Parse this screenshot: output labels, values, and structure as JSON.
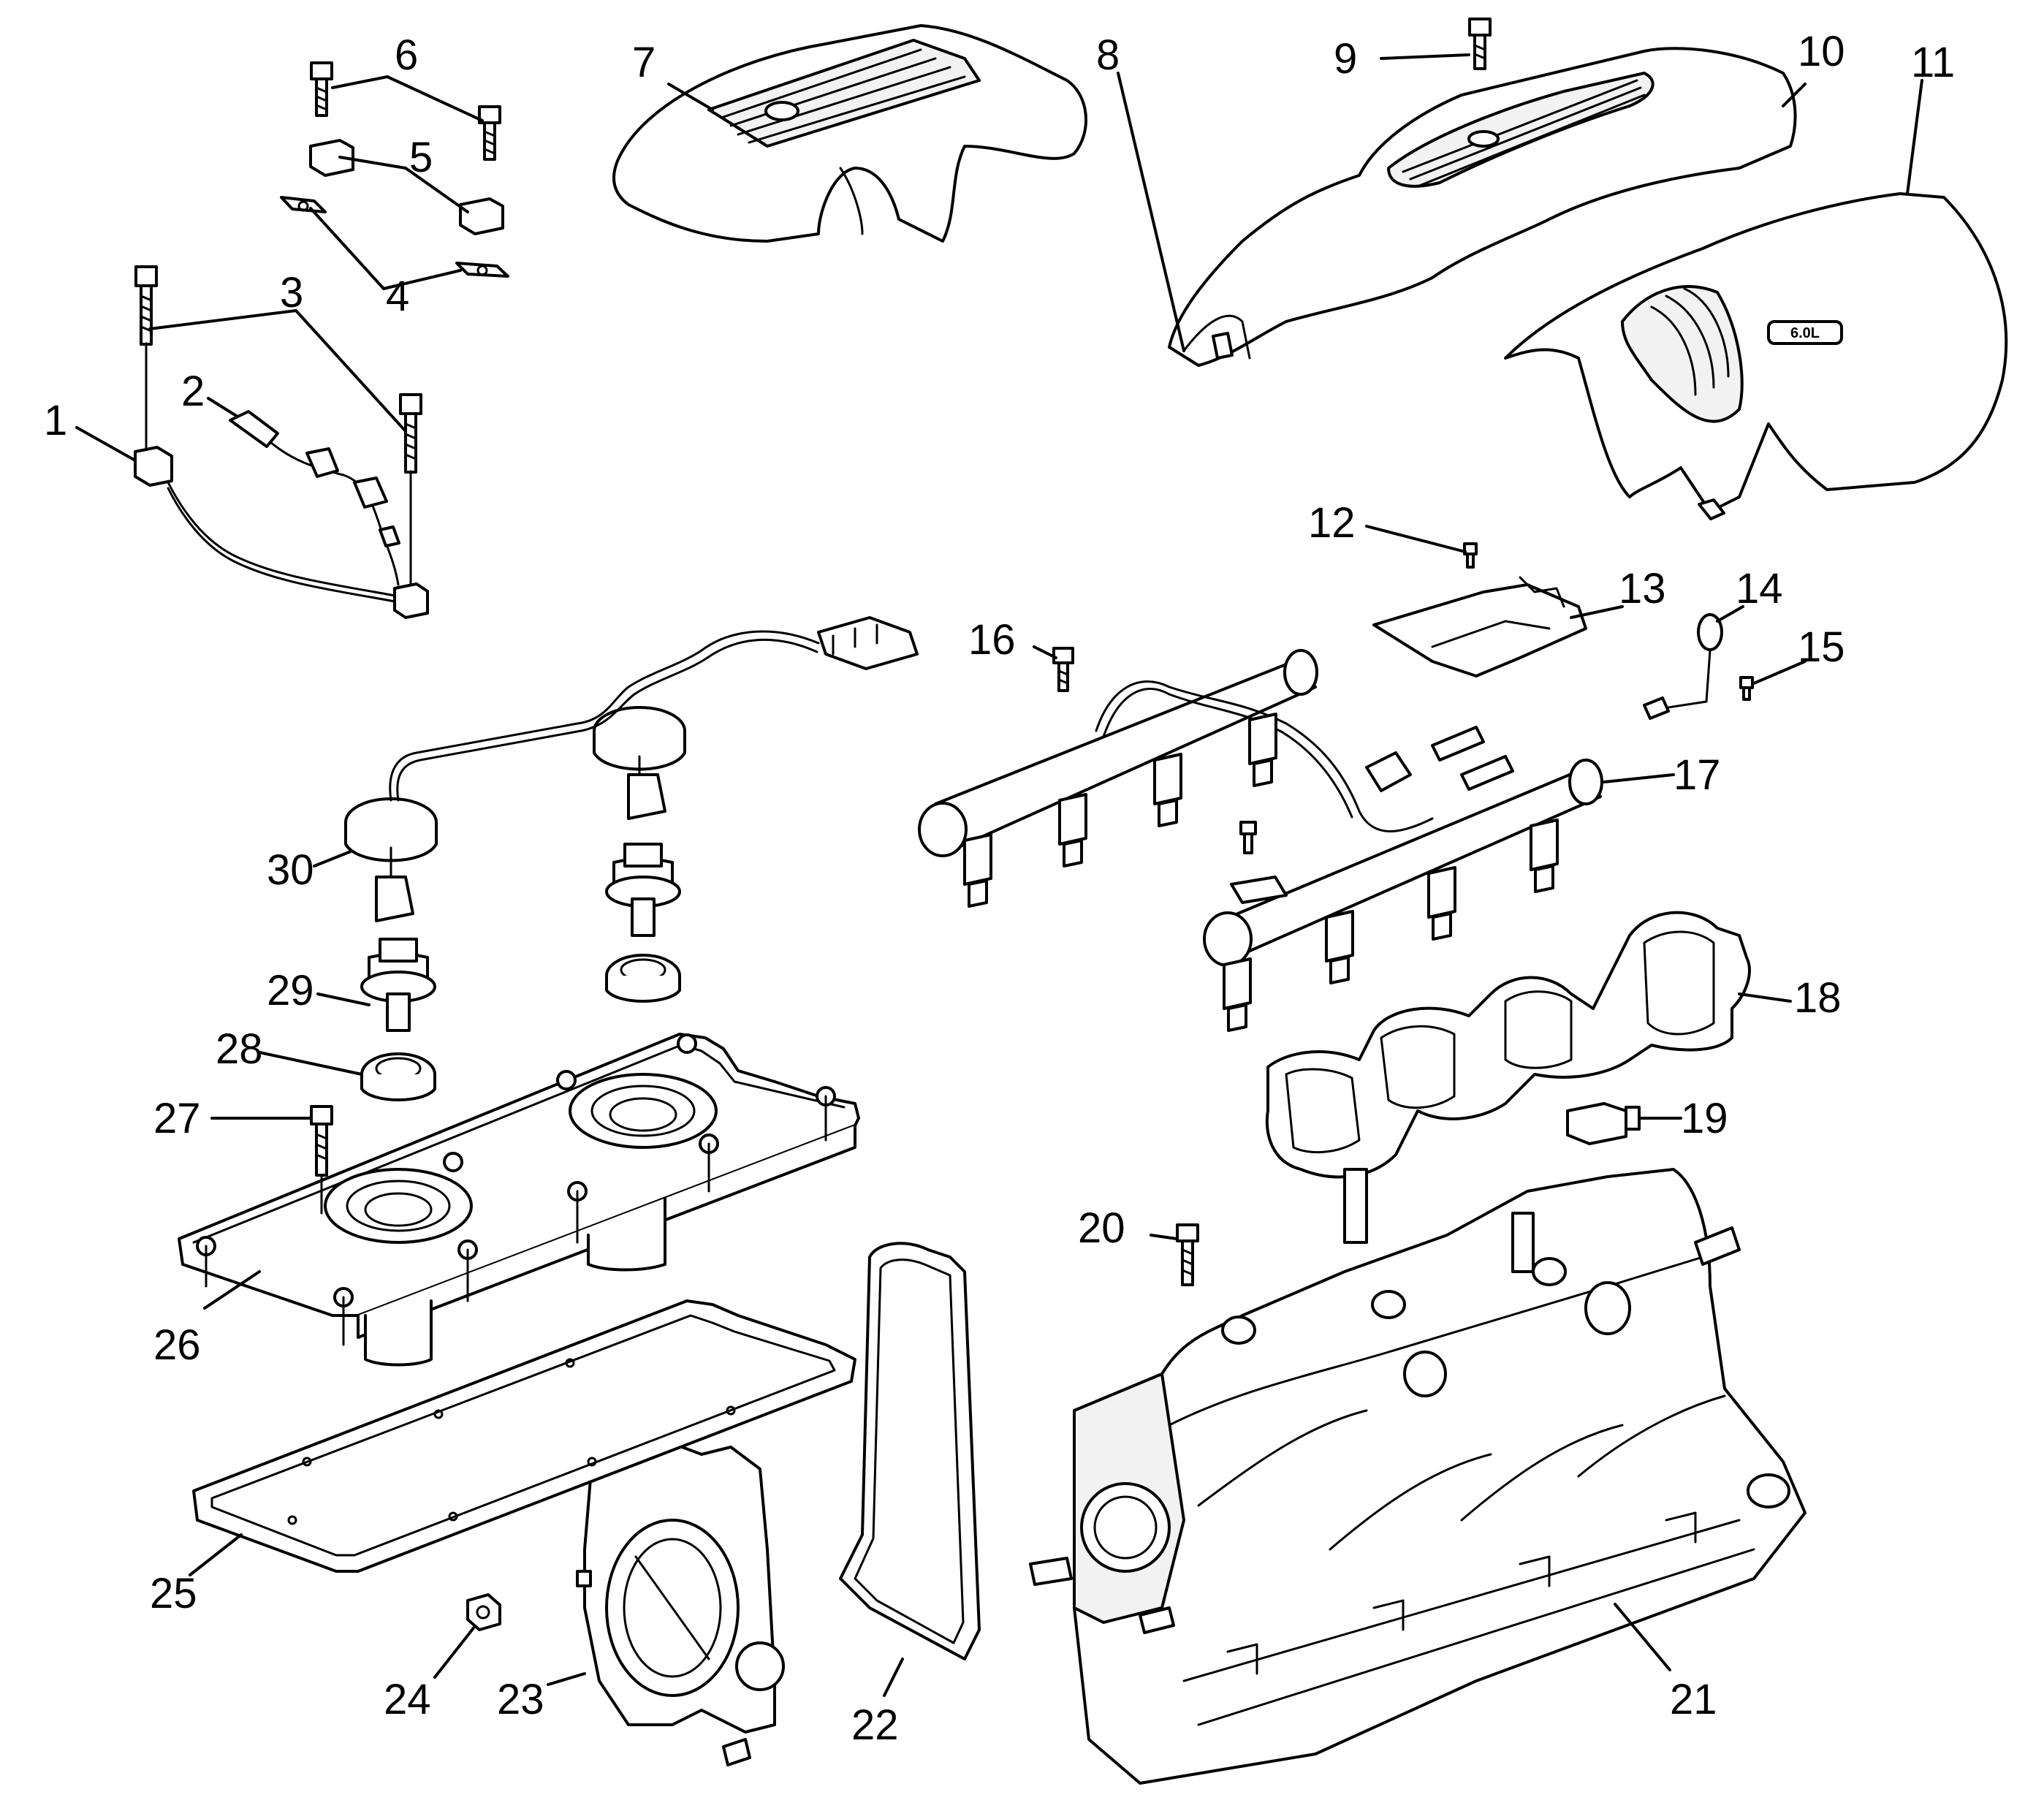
{
  "diagram": {
    "callouts": [
      "1",
      "2",
      "3",
      "4",
      "5",
      "6",
      "7",
      "8",
      "9",
      "10",
      "11",
      "12",
      "13",
      "14",
      "15",
      "16",
      "17",
      "18",
      "19",
      "20",
      "21",
      "22",
      "23",
      "24",
      "25",
      "26",
      "27",
      "28",
      "29",
      "30"
    ],
    "engine_badge": "6.0L"
  }
}
